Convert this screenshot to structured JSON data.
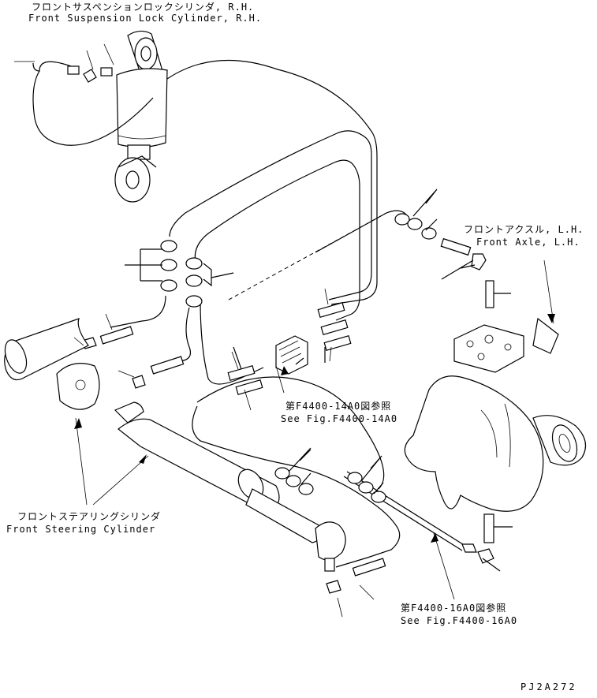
{
  "labels": {
    "suspension_jp": "フロントサスペンションロックシリンダ, R.H.",
    "suspension_en": "Front Suspension Lock Cylinder, R.H.",
    "axle_jp": "フロントアクスル, L.H.",
    "axle_en": "Front Axle, L.H.",
    "fig14_jp": "第F4400-14A0図参照",
    "fig14_en": "See Fig.F4400-14A0",
    "steering_jp": "フロントステアリングシリンダ",
    "steering_en": "Front Steering Cylinder",
    "fig16_jp": "第F4400-16A0図参照",
    "fig16_en": "See Fig.F4400-16A0",
    "drawing_code": "PJ2A272"
  }
}
